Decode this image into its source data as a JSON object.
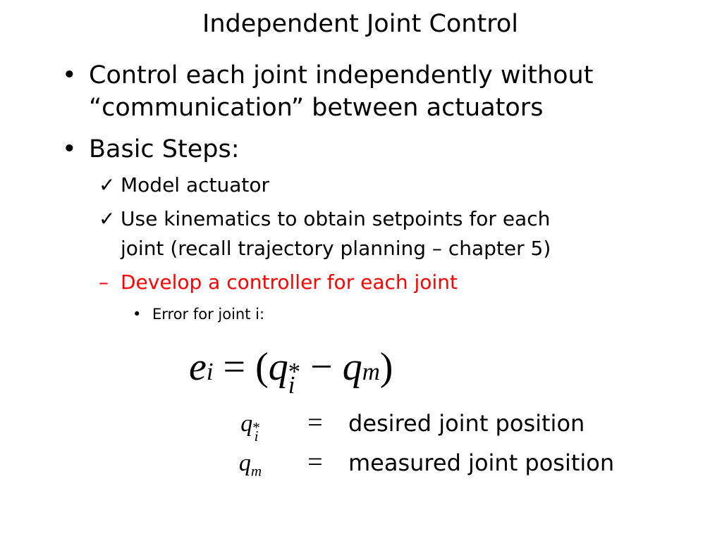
{
  "slide": {
    "title": "Independent Joint Control",
    "bullets": [
      {
        "marker": "•",
        "text": "Control each joint independently without"
      },
      {
        "marker": "",
        "text": "“communication” between actuators"
      },
      {
        "marker": "•",
        "text": "Basic Steps:"
      }
    ],
    "sub_bullets": [
      {
        "marker": "✓",
        "text": "Model actuator"
      },
      {
        "marker": "✓",
        "text": "Use kinematics to obtain setpoints for each"
      },
      {
        "marker": "",
        "text": "joint (recall trajectory planning – chapter 5)"
      },
      {
        "marker": "–",
        "text": "Develop a controller for each joint",
        "color": "#ff0000"
      }
    ],
    "sub_sub_bullets": [
      {
        "marker": "•",
        "text": "Error for joint i:"
      }
    ],
    "equation": {
      "lhs": "e",
      "lhs_sub": "i",
      "eq": "=",
      "open": "(",
      "q1": "q",
      "q1_sup": "*",
      "q1_sub": "i",
      "minus": "−",
      "q2": "q",
      "q2_sub": "m",
      "close": ")"
    },
    "definitions": [
      {
        "sym": "q",
        "sup": "*",
        "sub": "i",
        "eq": "=",
        "text": "desired joint position"
      },
      {
        "sym": "q",
        "sup": "",
        "sub": "m",
        "eq": "=",
        "text": "measured joint position"
      }
    ]
  }
}
